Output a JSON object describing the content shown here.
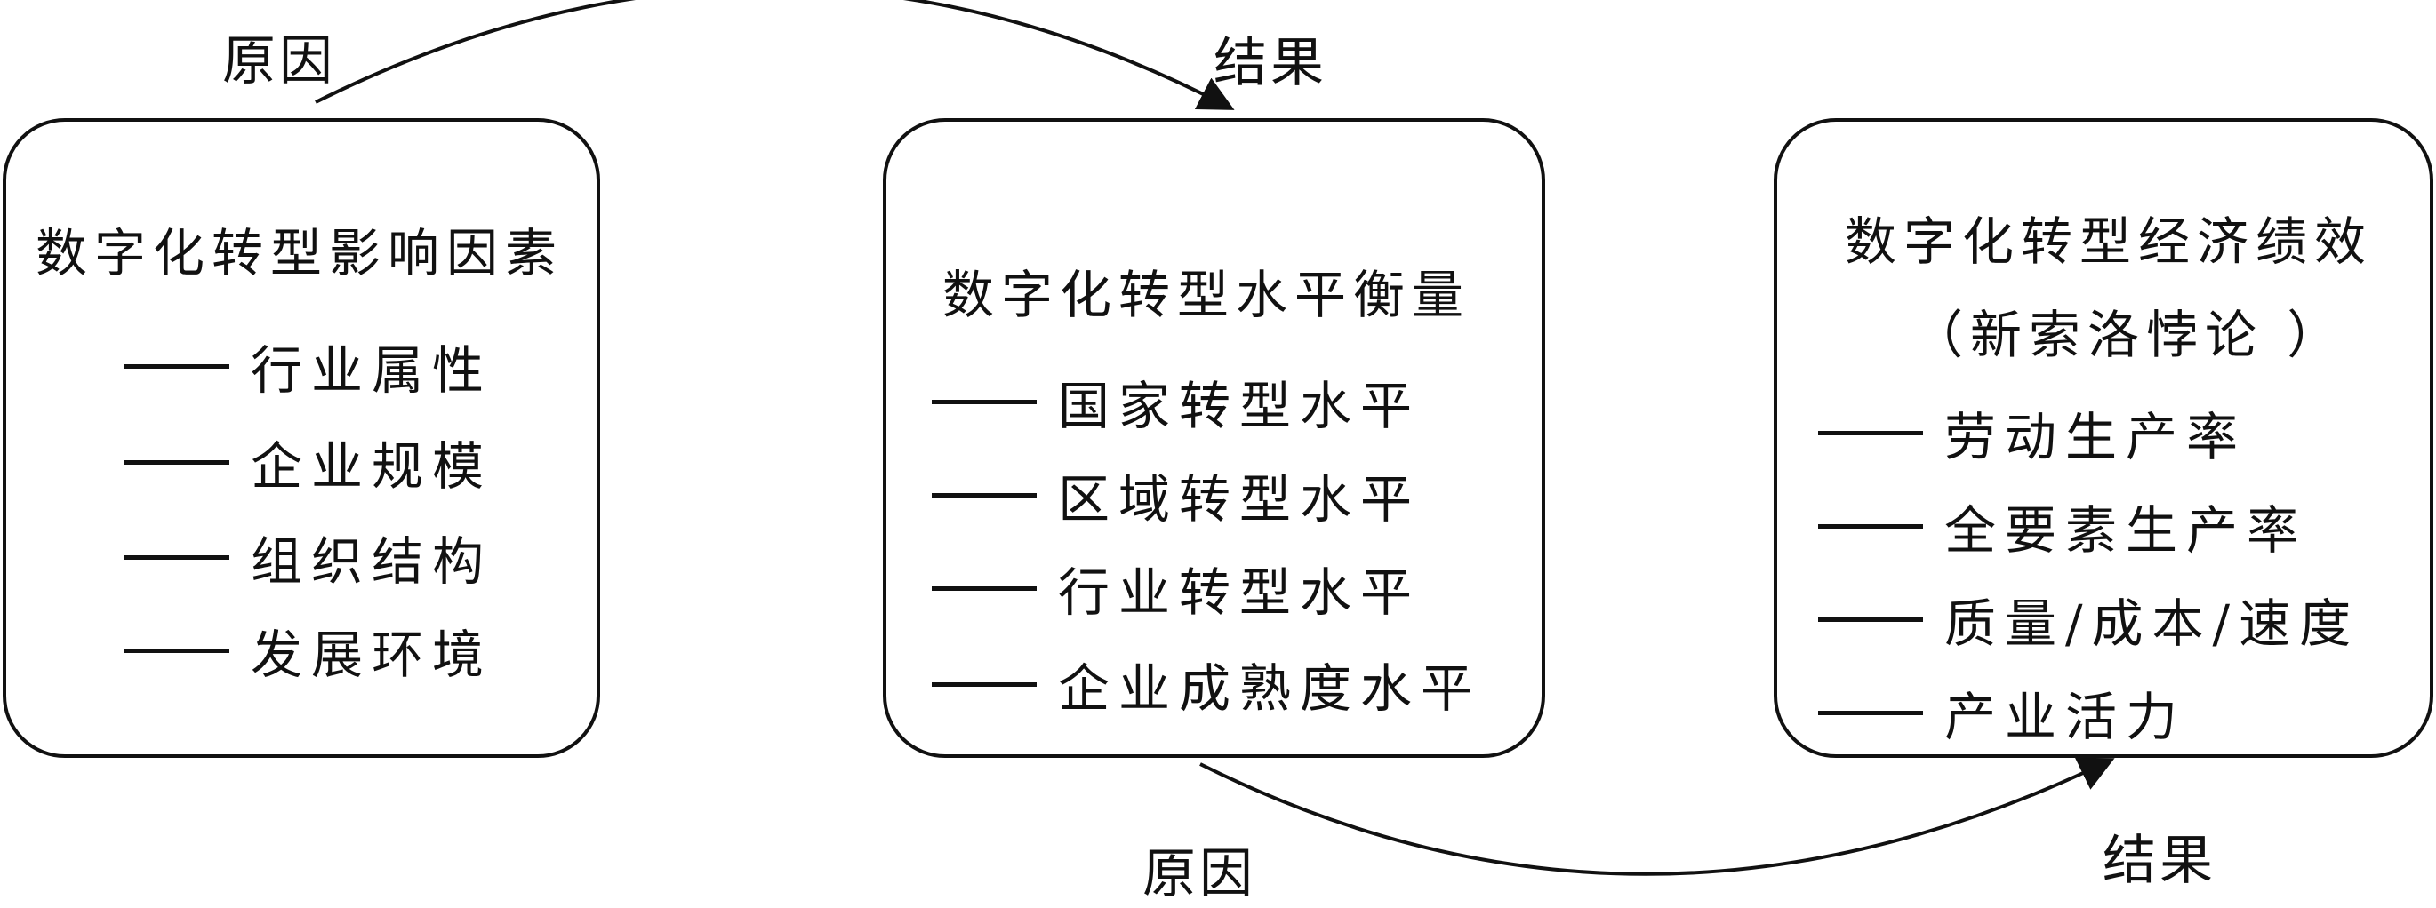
{
  "boxes": [
    {
      "title": "数字化转型影响因素",
      "items": [
        "行业属性",
        "企业规模",
        "组织结构",
        "发展环境"
      ]
    },
    {
      "title": "数字化转型水平衡量",
      "items": [
        "国家转型水平",
        "区域转型水平",
        "行业转型水平",
        "企业成熟度水平"
      ]
    },
    {
      "title": "数字化转型经济绩效",
      "subtitle": "（新索洛悖论 ）",
      "items": [
        "劳动生产率",
        "全要素生产率",
        "质量/成本/速度",
        "产业活力"
      ]
    }
  ],
  "arrows": {
    "top": {
      "from_label": "原因",
      "to_label": "结果"
    },
    "bottom": {
      "from_label": "原因",
      "to_label": "结果"
    }
  }
}
